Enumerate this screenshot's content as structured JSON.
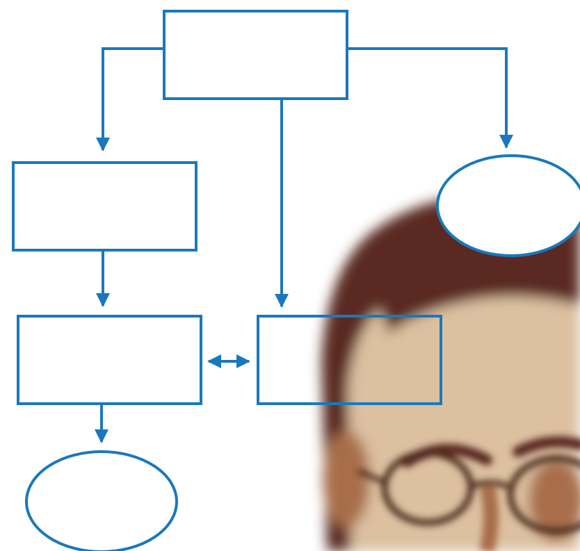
{
  "diagram": {
    "colors": {
      "stroke": "#1a78bd",
      "fill": "#ffffff",
      "background": "#ffffff",
      "photo_hair": "#5a2a22",
      "photo_skin": "#dcc0a0",
      "photo_shadow": "#a86e4c",
      "photo_glasses": "#4a2a1c"
    },
    "nodes": [
      {
        "id": "top-box",
        "shape": "rectangle",
        "label": ""
      },
      {
        "id": "left-box",
        "shape": "rectangle",
        "label": ""
      },
      {
        "id": "left-lower-box",
        "shape": "rectangle",
        "label": ""
      },
      {
        "id": "middle-box",
        "shape": "rectangle",
        "label": ""
      },
      {
        "id": "right-ellipse",
        "shape": "ellipse",
        "label": ""
      },
      {
        "id": "bottom-ellipse",
        "shape": "ellipse",
        "label": ""
      }
    ],
    "edges": [
      {
        "from": "top-box",
        "to": "left-box",
        "direction": "forward"
      },
      {
        "from": "top-box",
        "to": "middle-box",
        "direction": "forward"
      },
      {
        "from": "top-box",
        "to": "right-ellipse",
        "direction": "forward"
      },
      {
        "from": "left-box",
        "to": "left-lower-box",
        "direction": "forward"
      },
      {
        "from": "left-lower-box",
        "to": "middle-box",
        "direction": "both"
      },
      {
        "from": "left-lower-box",
        "to": "bottom-ellipse",
        "direction": "forward"
      }
    ],
    "background_image": {
      "subject": "man-with-glasses-photo",
      "style": "blurred"
    }
  }
}
